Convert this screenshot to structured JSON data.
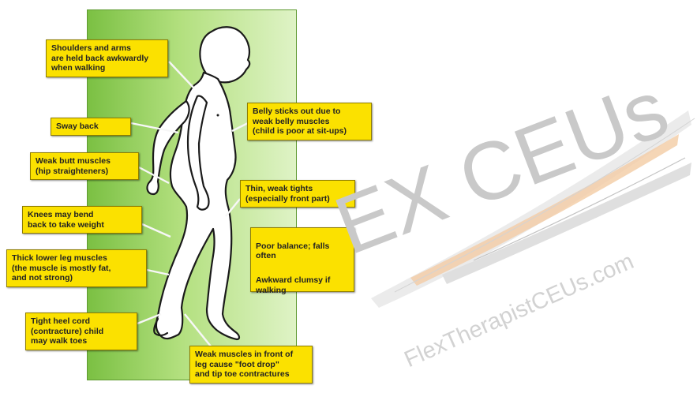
{
  "labels": {
    "shoulders": "Shoulders and arms\nare held back awkwardly\nwhen walking",
    "sway_back": "Sway back",
    "weak_butt": "Weak butt muscles\n(hip straighteners)",
    "knees": "Knees may bend\nback to take weight",
    "thick_leg": "Thick lower leg muscles\n(the muscle is mostly fat,\nand not strong)",
    "heel_cord": "Tight heel cord\n(contracture) child\nmay walk toes",
    "belly": "Belly sticks out due to\nweak belly muscles\n(child is poor at sit-ups)",
    "thighs": "Thin, weak tights\n(especially front part)",
    "balance": "Poor balance; falls\noften",
    "clumsy": "Awkward clumsy if\nwalking",
    "foot_drop": "Weak muscles in front of\nleg cause \"foot drop\"\nand tip toe contractures"
  },
  "watermark": {
    "large": "EX CEUs",
    "small": "FlexTherapistCEUs.com"
  },
  "colors": {
    "label_fill": "#fbe100",
    "panel_green": "#7bc043",
    "watermark": "#c9c9c9",
    "brush_orange": "#f2c9a0"
  }
}
